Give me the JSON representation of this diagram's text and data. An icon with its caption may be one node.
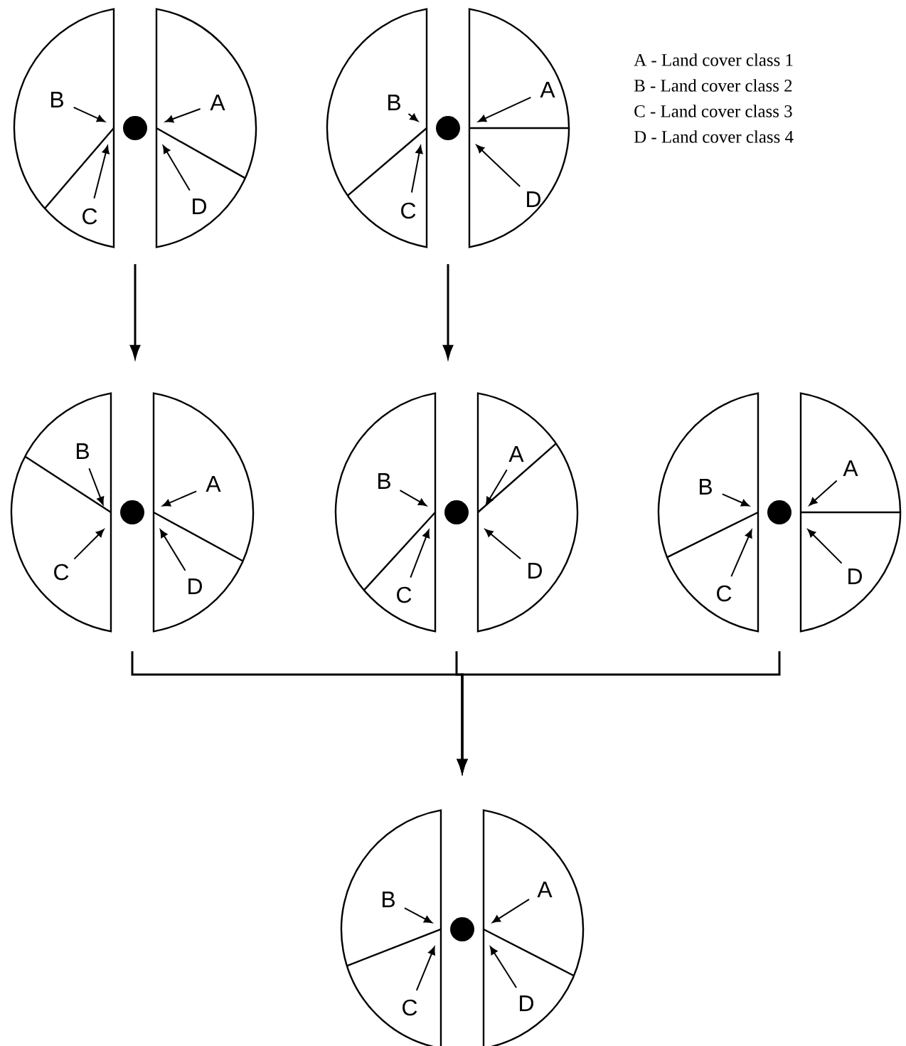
{
  "diagram": {
    "nodes": [
      {
        "text": [
          "B",
          "A",
          "C",
          "D"
        ]
      },
      {
        "text": [
          "B",
          "A",
          "C",
          "D"
        ]
      },
      {
        "text": [
          "B",
          "A",
          "C",
          "D"
        ]
      },
      {
        "text": [
          "B",
          "A",
          "C",
          "D"
        ]
      },
      {
        "text": [
          "B",
          "A",
          "C",
          "D"
        ]
      },
      {
        "text": [
          "B",
          "A",
          "C",
          "D"
        ]
      }
    ],
    "edges": [
      {
        "from": 0,
        "to": 2,
        "arrow": "to"
      },
      {
        "from": 1,
        "to": 3,
        "arrow": "to"
      },
      {
        "from": 2,
        "to": 5,
        "arrow": "to"
      },
      {
        "from": 3,
        "to": 5,
        "arrow": "to"
      },
      {
        "from": 4,
        "to": 5,
        "arrow": "to"
      }
    ],
    "labels": [
      "A - Land cover class 1",
      "B - Land cover class 2",
      "C - Land cover class 3",
      "D - Land cover class 4"
    ]
  }
}
